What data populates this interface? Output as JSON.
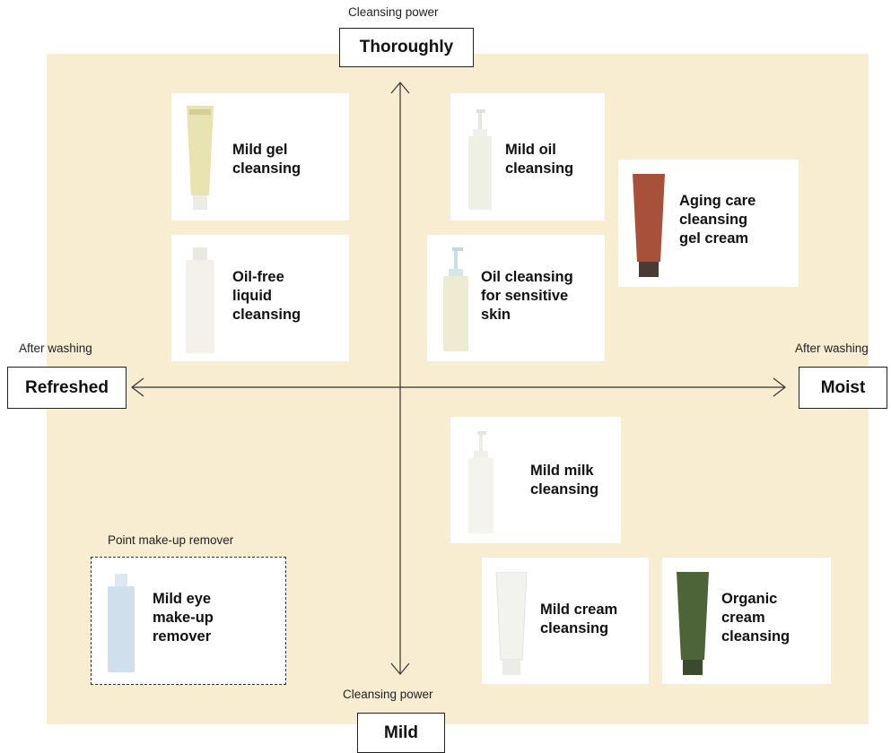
{
  "axes": {
    "top_caption": "Cleansing power",
    "top_label": "Thoroughly",
    "bottom_caption": "Cleansing power",
    "bottom_label": "Mild",
    "left_caption": "After washing",
    "left_label": "Refreshed",
    "right_caption": "After washing",
    "right_label": "Moist"
  },
  "products": {
    "mild_gel": {
      "name": "Mild gel\ncleansing",
      "icon": "tube-icon",
      "color": "#e8e3b0"
    },
    "mild_oil": {
      "name": "Mild oil\ncleansing",
      "icon": "pump-bottle-icon",
      "color": "#eef0e4"
    },
    "aging_care": {
      "name": "Aging care\ncleansing\ngel cream",
      "icon": "tube-icon",
      "color": "#a8513a"
    },
    "oil_free": {
      "name": "Oil-free\nliquid\ncleansing",
      "icon": "bottle-icon",
      "color": "#f3f1ea"
    },
    "oil_sensitive": {
      "name": "Oil cleansing\nfor sensitive\nskin",
      "icon": "pump-bottle-icon",
      "color": "#eeecd0"
    },
    "mild_milk": {
      "name": "Mild milk\ncleansing",
      "icon": "pump-bottle-icon",
      "color": "#f4f3ee"
    },
    "mild_cream": {
      "name": "Mild cream\ncleansing",
      "icon": "tube-icon",
      "color": "#f2f2ef"
    },
    "organic_cream": {
      "name": "Organic\ncream\ncleansing",
      "icon": "tube-icon",
      "color": "#4d6338"
    },
    "eye_remover": {
      "name": "Mild eye\nmake-up\nremover",
      "icon": "bottle-icon",
      "color": "#cfe0ec",
      "group_caption": "Point make-up remover"
    }
  }
}
